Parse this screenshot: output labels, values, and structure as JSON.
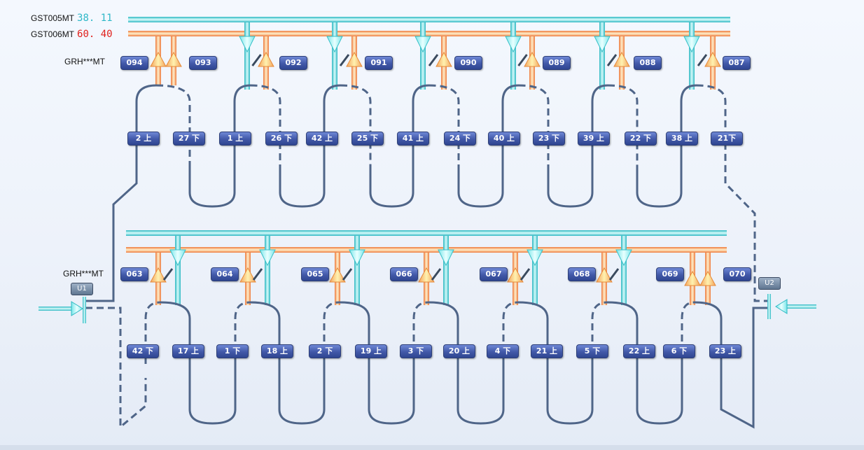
{
  "header": {
    "gst005": {
      "label": "GST005MT",
      "value": "38. 11"
    },
    "gst006": {
      "label": "GST006MT",
      "value": "60. 40"
    },
    "grh_top": "GRH***MT",
    "grh_bottom": "GRH***MT"
  },
  "units": {
    "left": "U1",
    "right": "U2"
  },
  "top_valves": [
    "094",
    "093",
    "092",
    "091",
    "090",
    "089",
    "088",
    "087"
  ],
  "top_loops": [
    "2 上",
    "27 下",
    "1 上",
    "26 下",
    "42 上",
    "25 下",
    "41 上",
    "24 下",
    "40 上",
    "23 下",
    "39 上",
    "22 下",
    "38 上",
    "21下"
  ],
  "bottom_valves": [
    "063",
    "064",
    "065",
    "066",
    "067",
    "068",
    "069",
    "070"
  ],
  "bottom_loops": [
    "42 下",
    "17 上",
    "1 下",
    "18 上",
    "2 下",
    "19 上",
    "3 下",
    "20 上",
    "4 下",
    "21 上",
    "5 下",
    "22 上",
    "6 下",
    "23 上"
  ],
  "colors": {
    "cold_pipe": "#5fd8dc",
    "hot_pipe": "#f3a06a",
    "tube": "#4f6588",
    "tag_fill": "#4a62b0"
  }
}
